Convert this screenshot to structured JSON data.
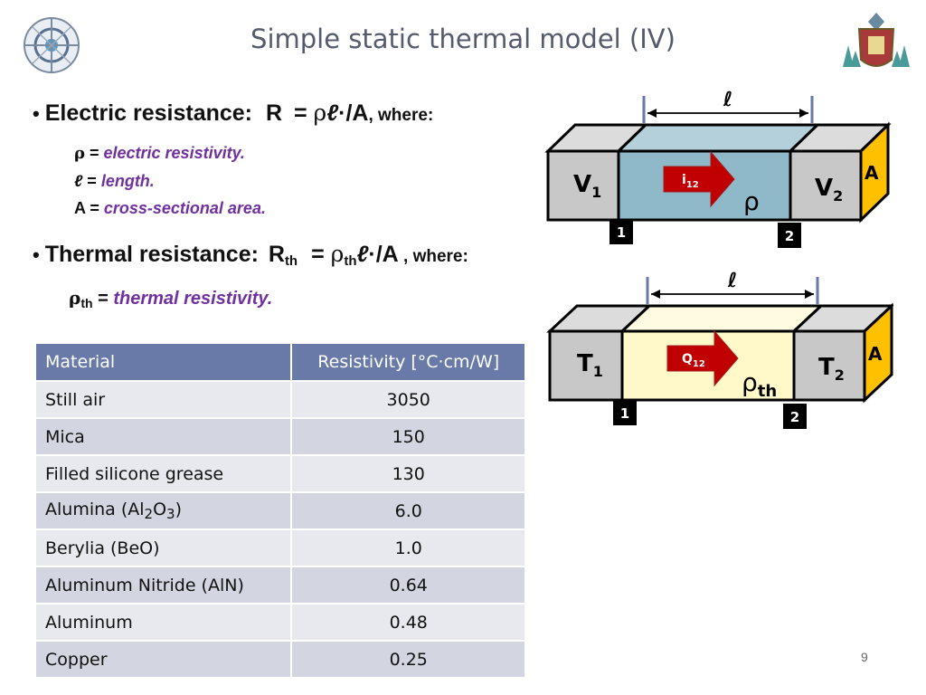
{
  "slide": {
    "title": "Simple static thermal model (IV)",
    "page_number": "9"
  },
  "electric": {
    "bullet": "•",
    "label": "Electric resistance:",
    "formula_r": "R",
    "formula_eq": "=",
    "formula_rho": "ρ",
    "formula_ell": "ℓ",
    "formula_tail": "·/A",
    "where": ", where:",
    "defs": [
      {
        "sym": "ρ",
        "eq": " = ",
        "text": "electric resistivity."
      },
      {
        "sym": "ℓ",
        "eq": " = ",
        "text": "length."
      },
      {
        "sym": "A",
        "eq": " = ",
        "text": "cross-sectional area."
      }
    ]
  },
  "thermal": {
    "bullet": "•",
    "label": "Thermal resistance:",
    "formula_r": "R",
    "formula_r_sub": "th",
    "formula_eq": "=",
    "formula_rho": "ρ",
    "formula_rho_sub": "th",
    "formula_ell": "ℓ",
    "formula_tail": "·/A",
    "where": " , where:",
    "def_sym": "ρ",
    "def_sub": "th",
    "def_eq": " = ",
    "def_text": "thermal resistivity."
  },
  "table": {
    "headers": [
      "Material",
      "Resistivity [°C·cm/W]"
    ],
    "rows": [
      {
        "material": "Still air",
        "value": "3050"
      },
      {
        "material": "Mica",
        "value": "150"
      },
      {
        "material": "Filled silicone grease",
        "value": "130"
      },
      {
        "material_pre": "Alumina (Al",
        "sub1": "2",
        "material_mid": "O",
        "sub2": "3",
        "material_post": ")",
        "value": "6.0"
      },
      {
        "material": "Berylia (BeO)",
        "value": "1.0"
      },
      {
        "material": "Aluminum Nitride (AlN)",
        "value": "0.64"
      },
      {
        "material": "Aluminum",
        "value": "0.48"
      },
      {
        "material": "Copper",
        "value": "0.25"
      }
    ]
  },
  "diagram_electric": {
    "length_label": "ℓ",
    "left_label": "V",
    "left_sub": "1",
    "right_label": "V",
    "right_sub": "2",
    "arrow_label": "i",
    "arrow_sub": "12",
    "center_label": "ρ",
    "area_label": "A",
    "node1": "1",
    "node2": "2",
    "colors": {
      "center": "#8fb8c8",
      "center_top": "#b4d0da",
      "end": "#c8c8c8",
      "end_top": "#dcdcdc",
      "area": "#ffc000",
      "arrow": "#c00000"
    }
  },
  "diagram_thermal": {
    "length_label": "ℓ",
    "left_label": "T",
    "left_sub": "1",
    "right_label": "T",
    "right_sub": "2",
    "arrow_label": "Q",
    "arrow_sub": "12",
    "center_label": "ρ",
    "center_sub": "th",
    "area_label": "A",
    "node1": "1",
    "node2": "2",
    "colors": {
      "center": "#fff8c8",
      "center_top": "#fffbe0",
      "end": "#c8c8c8",
      "end_top": "#dcdcdc",
      "area": "#ffc000",
      "arrow": "#c00000"
    }
  },
  "logos": {
    "left": "engineering-emblem",
    "right": "university-crest"
  }
}
